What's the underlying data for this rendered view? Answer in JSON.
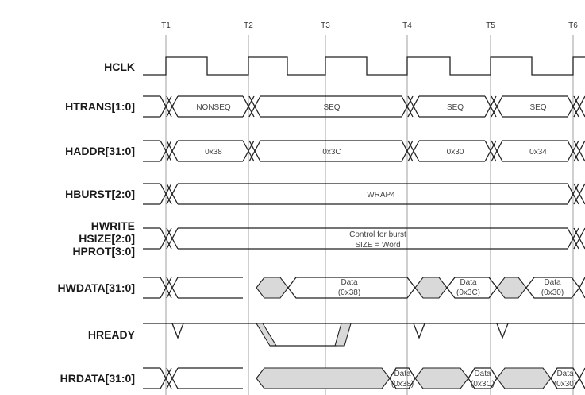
{
  "ticks": [
    "T1",
    "T2",
    "T3",
    "T4",
    "T5",
    "T6"
  ],
  "signals": [
    {
      "id": "hclk",
      "lines": [
        "HCLK"
      ]
    },
    {
      "id": "htrans",
      "lines": [
        "HTRANS[1:0]"
      ]
    },
    {
      "id": "haddr",
      "lines": [
        "HADDR[31:0]"
      ]
    },
    {
      "id": "hburst",
      "lines": [
        "HBURST[2:0]"
      ]
    },
    {
      "id": "control",
      "lines": [
        "HWRITE",
        "HSIZE[2:0]",
        "HPROT[3:0]"
      ]
    },
    {
      "id": "hwdata",
      "lines": [
        "HWDATA[31:0]"
      ]
    },
    {
      "id": "hready",
      "lines": [
        "HREADY"
      ]
    },
    {
      "id": "hrdata",
      "lines": [
        "HRDATA[31:0]"
      ]
    }
  ],
  "htrans_values": [
    "NONSEQ",
    "SEQ",
    "SEQ",
    "SEQ"
  ],
  "haddr_values": [
    "0x38",
    "0x3C",
    "0x30",
    "0x34"
  ],
  "hburst_value": "WRAP4",
  "control_text": [
    "Control for burst",
    "SIZE = Word"
  ],
  "hwdata_values": [
    [
      "Data",
      "(0x38)"
    ],
    [
      "Data",
      "(0x3C)"
    ],
    [
      "Data",
      "(0x30)"
    ]
  ],
  "hrdata_values": [
    [
      "Data",
      "(0x38)"
    ],
    [
      "Data",
      "(0x3C)"
    ],
    [
      "Data",
      "(0x30)"
    ]
  ]
}
